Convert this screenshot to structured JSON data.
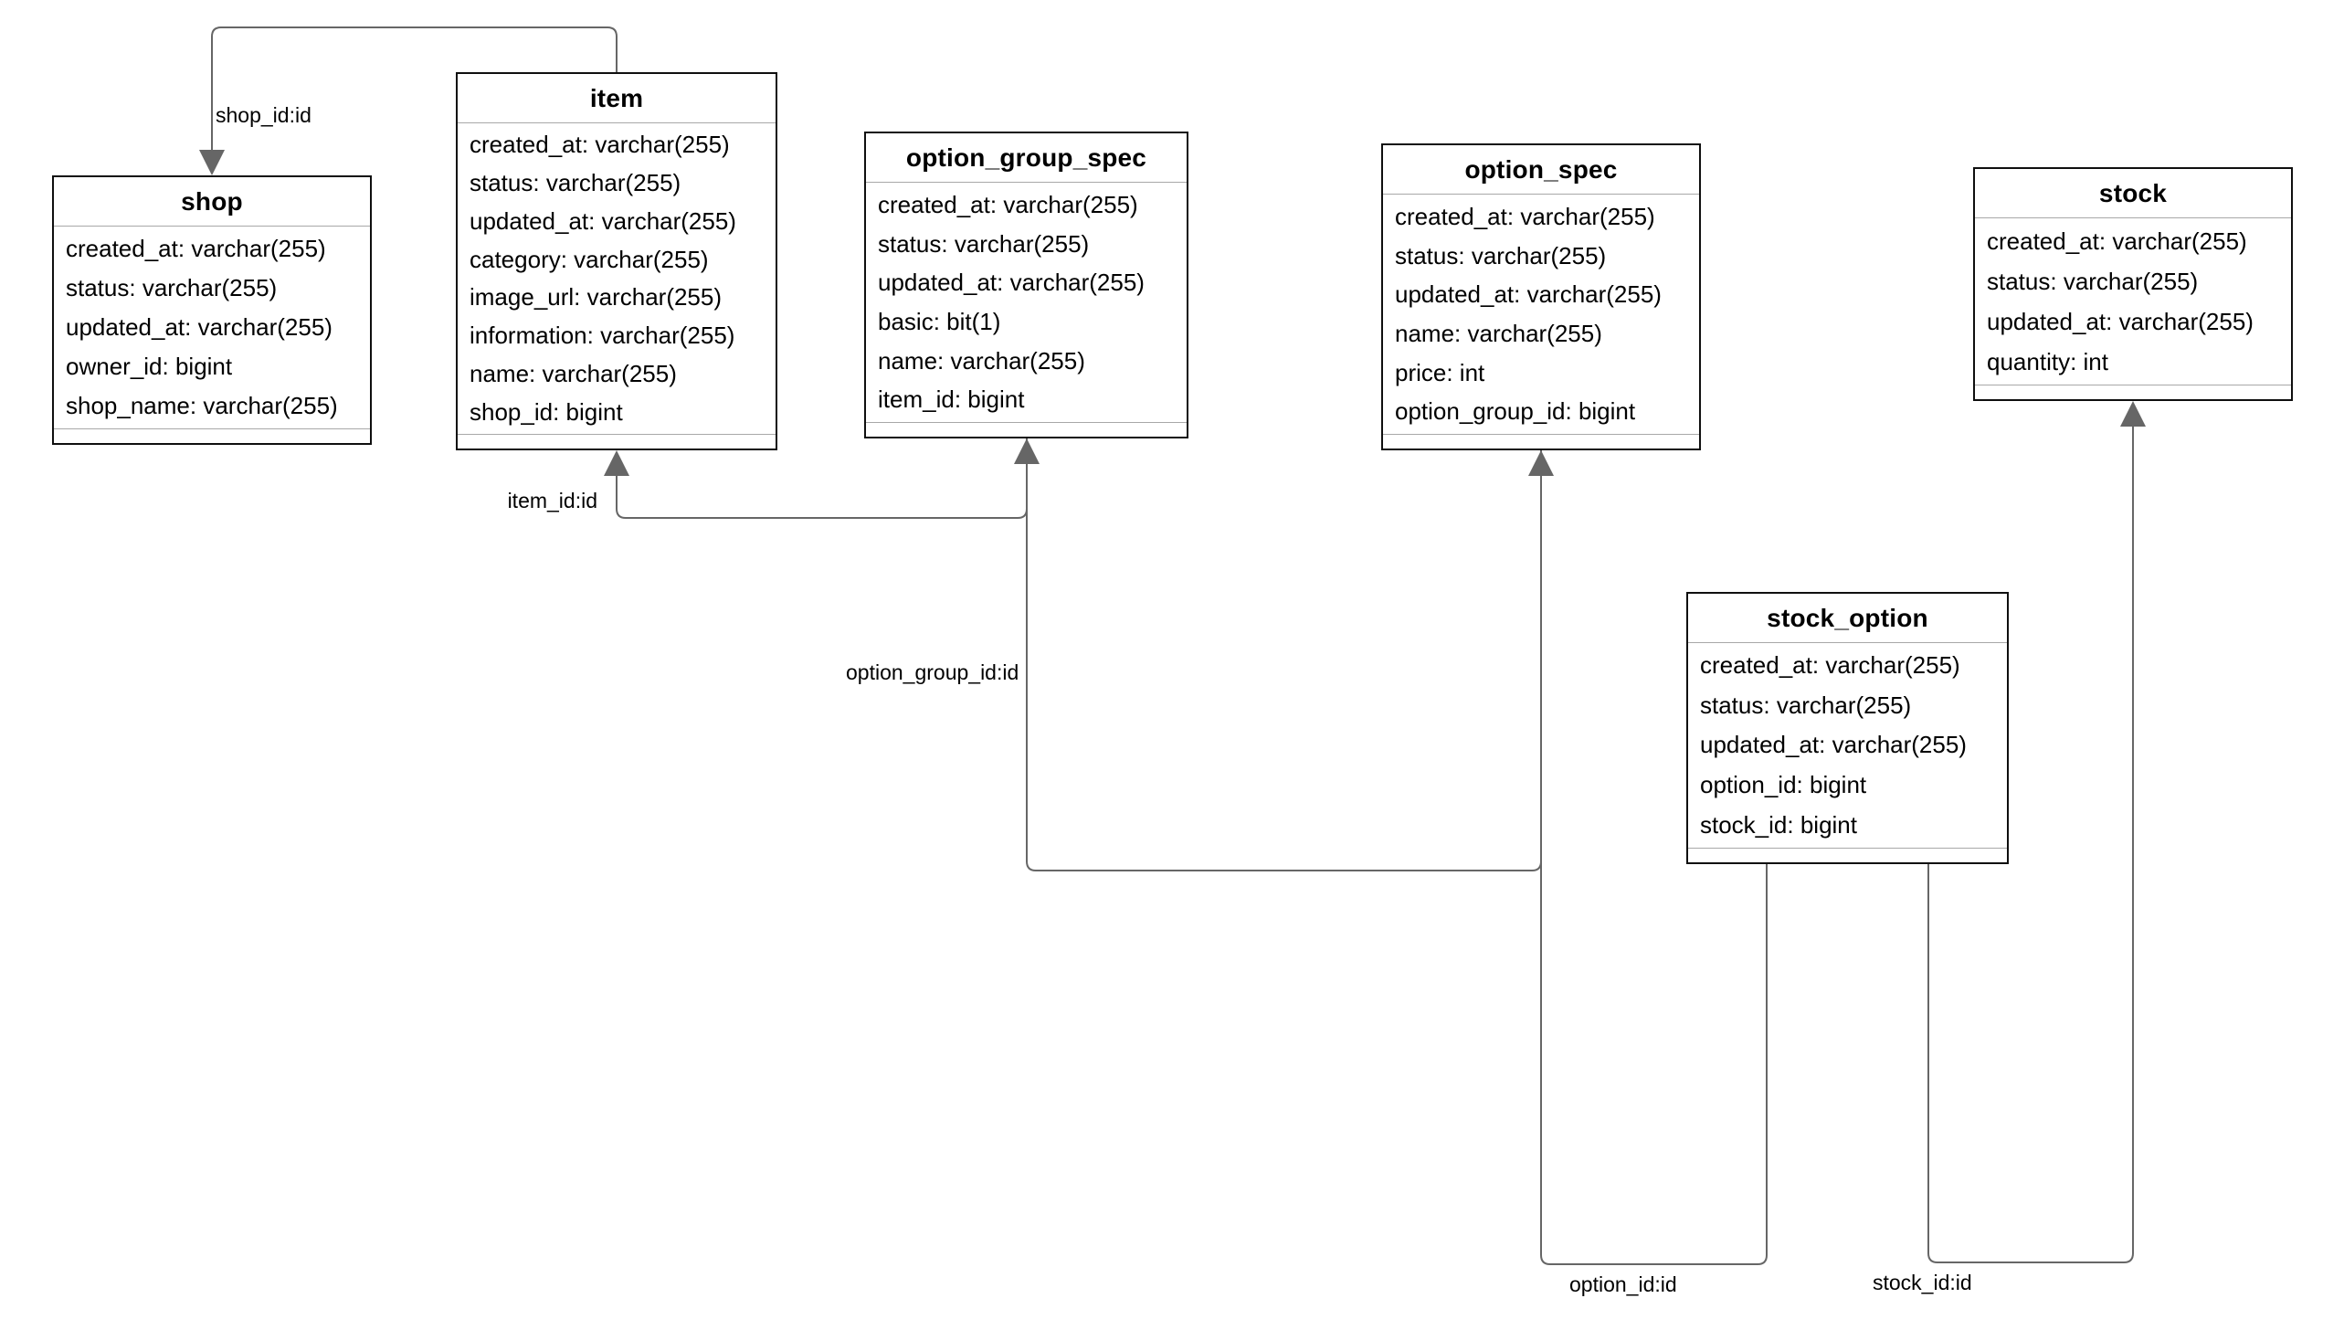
{
  "diagram": {
    "tables": [
      {
        "name": "shop",
        "fields": [
          "created_at: varchar(255)",
          "status: varchar(255)",
          "updated_at: varchar(255)",
          "owner_id: bigint",
          "shop_name: varchar(255)"
        ]
      },
      {
        "name": "item",
        "fields": [
          "created_at: varchar(255)",
          "status: varchar(255)",
          "updated_at: varchar(255)",
          "category: varchar(255)",
          "image_url: varchar(255)",
          "information: varchar(255)",
          "name: varchar(255)",
          "shop_id: bigint"
        ]
      },
      {
        "name": "option_group_spec",
        "fields": [
          "created_at: varchar(255)",
          "status: varchar(255)",
          "updated_at: varchar(255)",
          "basic: bit(1)",
          "name: varchar(255)",
          "item_id: bigint"
        ]
      },
      {
        "name": "option_spec",
        "fields": [
          "created_at: varchar(255)",
          "status: varchar(255)",
          "updated_at: varchar(255)",
          "name: varchar(255)",
          "price: int",
          "option_group_id: bigint"
        ]
      },
      {
        "name": "stock",
        "fields": [
          "created_at: varchar(255)",
          "status: varchar(255)",
          "updated_at: varchar(255)",
          "quantity: int"
        ]
      },
      {
        "name": "stock_option",
        "fields": [
          "created_at: varchar(255)",
          "status: varchar(255)",
          "updated_at: varchar(255)",
          "option_id: bigint",
          "stock_id: bigint"
        ]
      }
    ],
    "relations": [
      {
        "label": "shop_id:id",
        "from": "item",
        "to": "shop"
      },
      {
        "label": "item_id:id",
        "from": "option_group_spec",
        "to": "item"
      },
      {
        "label": "option_group_id:id",
        "from": "option_spec",
        "to": "option_group_spec"
      },
      {
        "label": "option_id:id",
        "from": "stock_option",
        "to": "option_spec"
      },
      {
        "label": "stock_id:id",
        "from": "stock_option",
        "to": "stock"
      }
    ],
    "colors": {
      "background": "#ffffff",
      "table_border": "#0f0f0f",
      "row_separator": "#a8a8a8",
      "edge_line": "#666666",
      "arrowhead": "#666666",
      "text": "#000000"
    }
  }
}
